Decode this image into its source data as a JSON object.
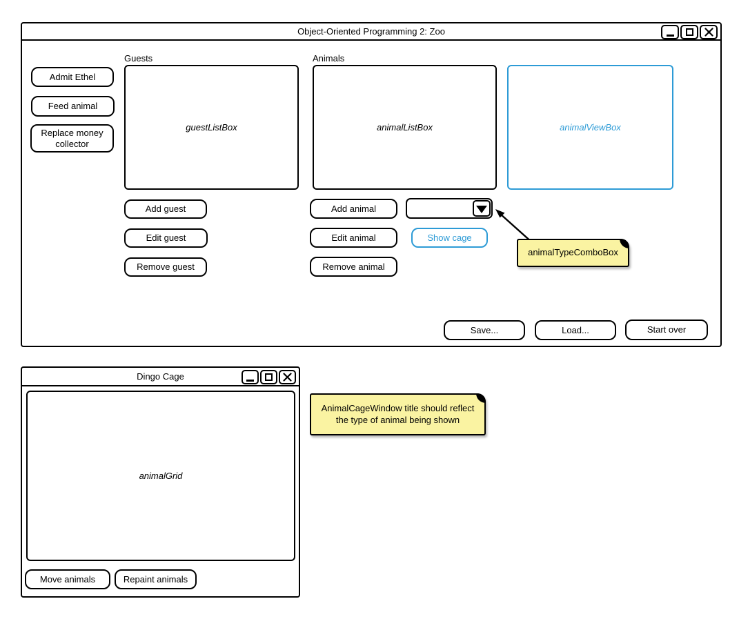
{
  "colors": {
    "accent_blue": "#2D9BD6",
    "note_yellow": "#FAF3A2",
    "line_black": "#000000"
  },
  "main_window": {
    "title": "Object-Oriented Programming 2: Zoo",
    "window_icons": [
      "minimize-icon",
      "maximize-icon",
      "close-icon"
    ],
    "left_buttons": [
      "Admit Ethel",
      "Feed animal",
      "Replace money collector"
    ],
    "guests": {
      "label": "Guests",
      "listbox_label": "guestListBox",
      "buttons": [
        "Add guest",
        "Edit guest",
        "Remove guest"
      ]
    },
    "animals": {
      "label": "Animals",
      "listbox_label": "animalListBox",
      "buttons": [
        "Add animal",
        "Edit animal",
        "Remove animal"
      ],
      "show_cage_label": "Show cage",
      "combobox": {
        "value": "",
        "icon": "dropdown-arrow-icon"
      }
    },
    "viewbox_label": "animalViewBox",
    "footer_buttons": [
      "Save...",
      "Load...",
      "Start over"
    ]
  },
  "cage_window": {
    "title": "Dingo Cage",
    "window_icons": [
      "minimize-icon",
      "maximize-icon",
      "close-icon"
    ],
    "grid_label": "animalGrid",
    "buttons": [
      "Move animals",
      "Repaint animals"
    ]
  },
  "annotations": {
    "combo_note": "animalTypeComboBox",
    "cage_note": "AnimalCageWindow title should reflect the type of animal being shown"
  }
}
